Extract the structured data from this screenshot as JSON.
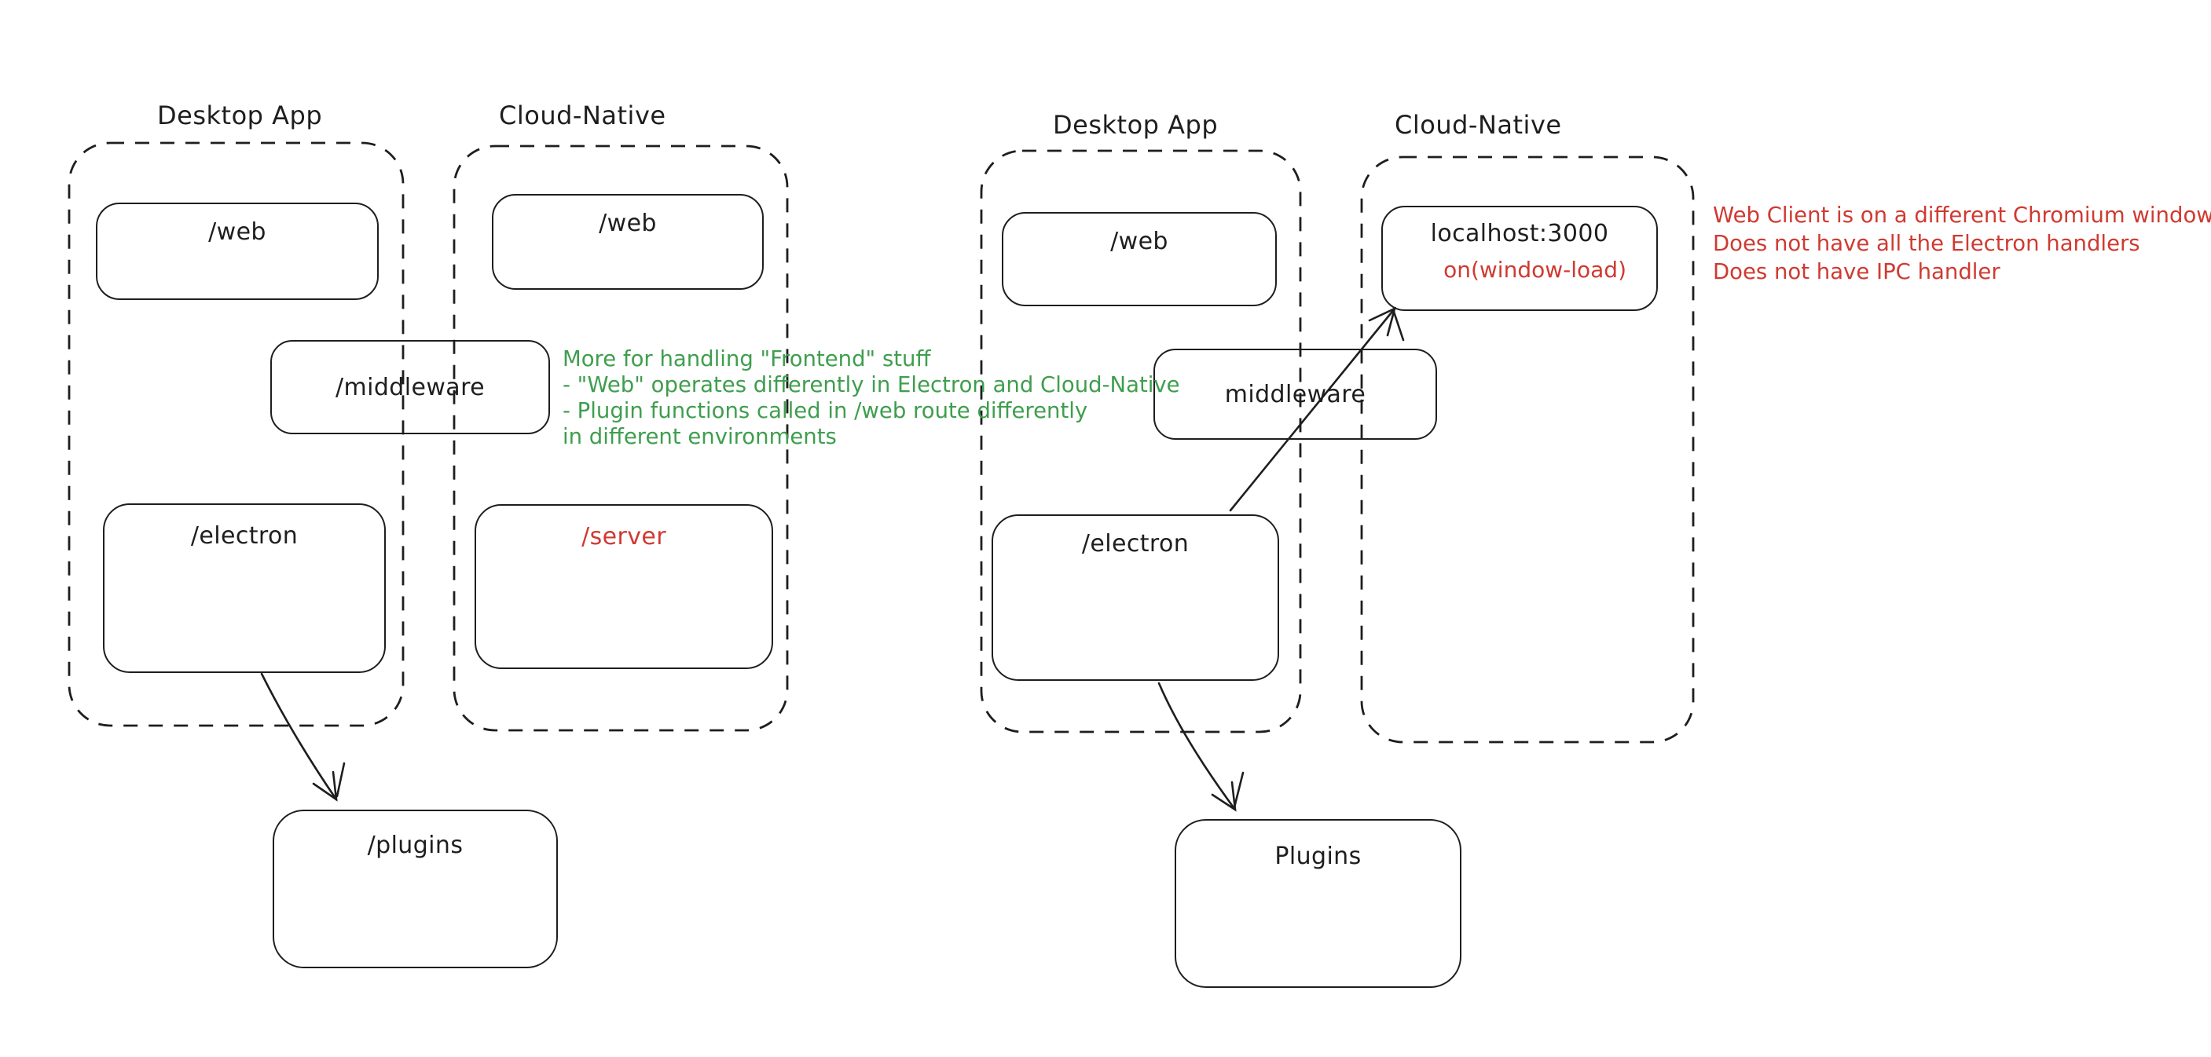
{
  "colors": {
    "stroke": "#1e1e1e",
    "red": "#cf3a31",
    "green": "#3f9e4e",
    "background": "#ffffff"
  },
  "left_diagram": {
    "desktop_label": "Desktop App",
    "cloud_label": "Cloud-Native",
    "web_desktop": "/web",
    "web_cloud": "/web",
    "middleware": "/middleware",
    "electron": "/electron",
    "server": "/server",
    "plugins": "/plugins",
    "green_note_lines": [
      "More for handling \"Frontend\" stuff",
      "- \"Web\" operates differently in Electron and Cloud-Native",
      "- Plugin functions called in /web route differently",
      "in different environments"
    ]
  },
  "right_diagram": {
    "desktop_label": "Desktop App",
    "cloud_label": "Cloud-Native",
    "web_desktop": "/web",
    "localhost_title": "localhost:3000",
    "localhost_sub": "on(window-load)",
    "middleware": "middleware",
    "electron": "/electron",
    "plugins": "Plugins",
    "red_note_lines": [
      "Web Client is on a different Chromium window",
      "Does not have all the Electron handlers",
      "Does not have IPC handler"
    ]
  }
}
